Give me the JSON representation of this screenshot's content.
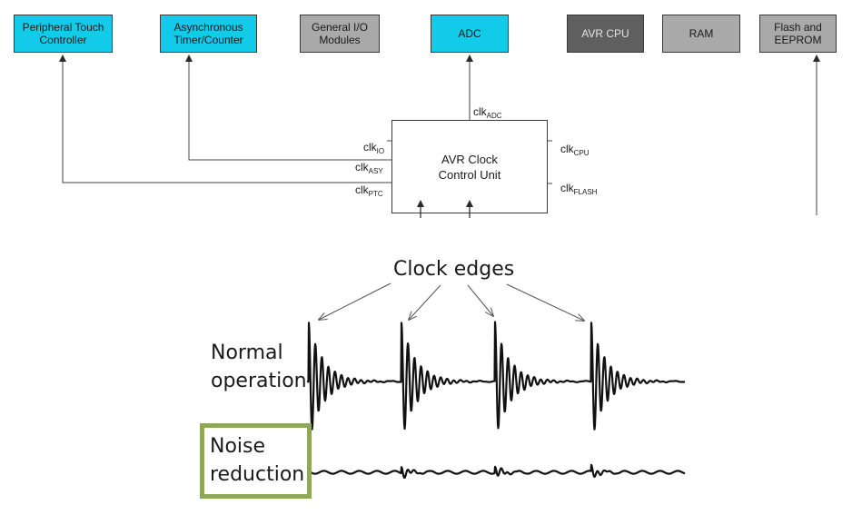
{
  "blocks": [
    {
      "name": "peripheral-touch-controller-block",
      "label": "Peripheral Touch\nController"
    },
    {
      "name": "asynchronous-timer-counter-block",
      "label": "Asynchronous\nTimer/Counter"
    },
    {
      "name": "general-io-modules-block",
      "label": "General I/O\nModules"
    },
    {
      "name": "adc-block",
      "label": "ADC"
    },
    {
      "name": "avr-cpu-block",
      "label": "AVR CPU"
    },
    {
      "name": "ram-block",
      "label": "RAM"
    },
    {
      "name": "flash-eeprom-block",
      "label": "Flash and\nEEPROM"
    }
  ],
  "clock_unit": {
    "line1": "AVR Clock",
    "line2": "Control Unit"
  },
  "clocks": {
    "adc": {
      "main": "clk",
      "sub": "ADC"
    },
    "io": {
      "main": "clk",
      "sub": "IO"
    },
    "asy": {
      "main": "clk",
      "sub": "ASY"
    },
    "ptc": {
      "main": "clk",
      "sub": "PTC"
    },
    "cpu": {
      "main": "clk",
      "sub": "CPU"
    },
    "flash": {
      "main": "clk",
      "sub": "FLASH"
    }
  },
  "clock_edges_label": "Clock edges",
  "rows": {
    "normal": "Normal\noperation",
    "noise": "Noise\nreduction"
  },
  "colors": {
    "cyan": "#12cbe9",
    "gray": "#a9a9a9",
    "dark_gray": "#5f5f5f",
    "highlight_green": "#8fa75a"
  }
}
